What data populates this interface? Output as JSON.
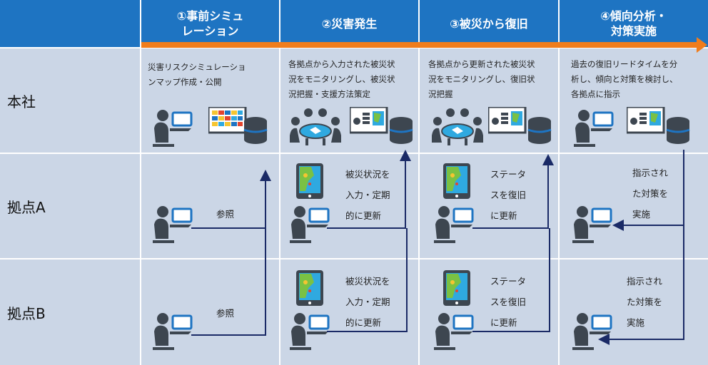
{
  "phases": [
    "①事前シミュ\nレーション",
    "②災害発生",
    "③被災から復旧",
    "④傾向分析・\n対策実施"
  ],
  "rows": [
    "本社",
    "拠点A",
    "拠点B"
  ],
  "hq": {
    "p1": "災害リスクシミュレーショ\nンマップ作成・公開",
    "p2": "各拠点から入力された被災状\n況をモニタリングし、被災状\n況把握・支援方法策定",
    "p3": "各拠点から更新された被災状\n況をモニタリングし、復旧状\n況把握",
    "p4": "過去の復旧リードタイムを分\n析し、傾向と対策を検討し、\n各拠点に指示"
  },
  "site": {
    "ref": "参照",
    "input": "被災状況を\n入力・定期\n的に更新",
    "status": "ステータ\nスを復旧\nに更新",
    "instr": "指示され\nた対策を\n実施"
  },
  "colors": {
    "header_blue": "#1e74c2",
    "cell_bg": "#cbd6e6",
    "timeline_orange": "#f07d1c",
    "arrow_navy": "#1a2a66",
    "person_gray": "#3d4650"
  }
}
